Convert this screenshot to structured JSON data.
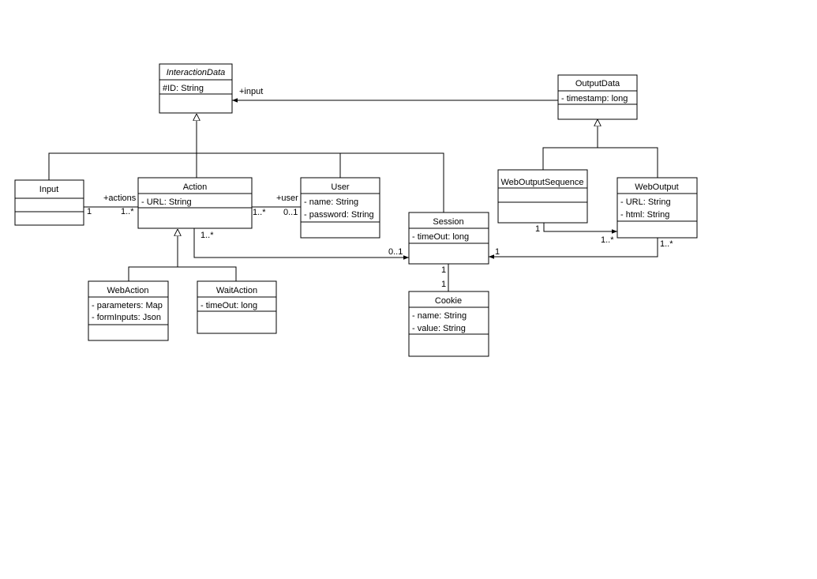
{
  "classes": [
    {
      "id": "interactiondata",
      "name": "InteractionData",
      "abstract": true,
      "attributes": [
        "#ID: String"
      ]
    },
    {
      "id": "outputdata",
      "name": "OutputData",
      "abstract": false,
      "attributes": [
        "- timestamp: long"
      ]
    },
    {
      "id": "input",
      "name": "Input",
      "abstract": false,
      "attributes": []
    },
    {
      "id": "action",
      "name": "Action",
      "abstract": false,
      "attributes": [
        "- URL: String"
      ]
    },
    {
      "id": "user",
      "name": "User",
      "abstract": false,
      "attributes": [
        "- name: String",
        "- password: String"
      ]
    },
    {
      "id": "session",
      "name": "Session",
      "abstract": false,
      "attributes": [
        "- timeOut: long"
      ]
    },
    {
      "id": "weboutputsequence",
      "name": "WebOutputSequence",
      "abstract": false,
      "attributes": []
    },
    {
      "id": "weboutput",
      "name": "WebOutput",
      "abstract": false,
      "attributes": [
        "- URL: String",
        "- html: String"
      ]
    },
    {
      "id": "webaction",
      "name": "WebAction",
      "abstract": false,
      "attributes": [
        "- parameters: Map",
        "- formInputs: Json"
      ]
    },
    {
      "id": "waitaction",
      "name": "WaitAction",
      "abstract": false,
      "attributes": [
        "- timeOut: long"
      ]
    },
    {
      "id": "cookie",
      "name": "Cookie",
      "abstract": false,
      "attributes": [
        "- name: String",
        "- value: String"
      ]
    }
  ],
  "labels": {
    "input_role": "+input",
    "actions_role": "+actions",
    "input_mult": "1",
    "actions_mult": "1..*",
    "user_role": "+user",
    "action_user_mult": "1..*",
    "user_mult": "0..1",
    "action_session_mult": "1..*",
    "session_action_mult": "0..1",
    "session_cookie_top": "1",
    "session_cookie_bottom": "1",
    "seq_mult": "1",
    "weboutput_seq_mult": "1..*",
    "session_weboutput_mult": "1",
    "weboutput_session_mult": "1..*"
  }
}
